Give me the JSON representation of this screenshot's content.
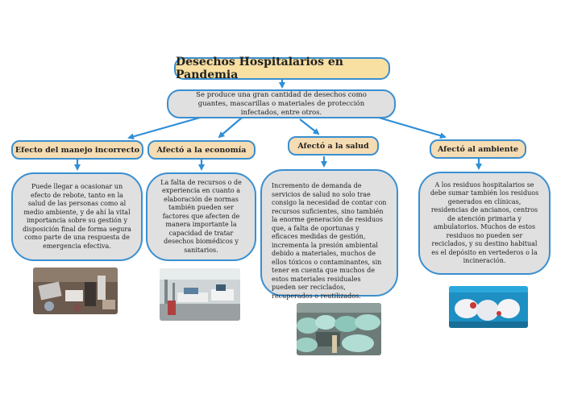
{
  "title": "Desechos Hospitalarios en Pandemia",
  "intro": "Se produce una gran cantidad de desechos como guantes, mascarillas o materiales de protección infectados, entre otros.",
  "branches": [
    {
      "label": "Efecto del manejo incorrecto",
      "text": "Puede llegar a ocasionar un efecto de rebote, tanto en la salud de las personas como al medio ambiente, y de ahí la vital importancia sobre su gestión y disposición final de forma segura como parte de una respuesta de emergencia efectiva."
    },
    {
      "label": "Afectó a la economía",
      "text": "La falta de recursos o de experiencia en cuanto a elaboración de normas también pueden ser factores que afecten de manera importante la capacidad de tratar desechos biomédicos y sanitarios."
    },
    {
      "label": "Afectó a la salud",
      "text": "Incremento de demanda de servicios de salud no solo trae consigo la necesidad de contar con recursos suficientes, sino también la enorme generación de residuos que, a falta de oportunas y eficaces medidas de gestión, incrementa la presión ambiental debido a materiales, muchos de ellos tóxicos o contaminantes, sin tener en cuenta que muchos de estos materiales residuales pueden ser reciclados, recuperados o reutilizados."
    },
    {
      "label": "Afectó al ambiente",
      "text": "A los residuos hospitalarios se debe sumar también los residuos generados en clínicas, residencias de ancianos, centros de atención primaria y ambulatorios. Muchos de estos residuos no pueden ser reciclados, y su destino habitual es el depósito en vertederos o la incineración."
    }
  ],
  "colors": {
    "connector": "#2f8fd8",
    "border": "#3a8fd0",
    "title_fill": "#f8dfa2",
    "category_fill": "#f6dcb2",
    "card_fill": "#e0e0e0"
  }
}
